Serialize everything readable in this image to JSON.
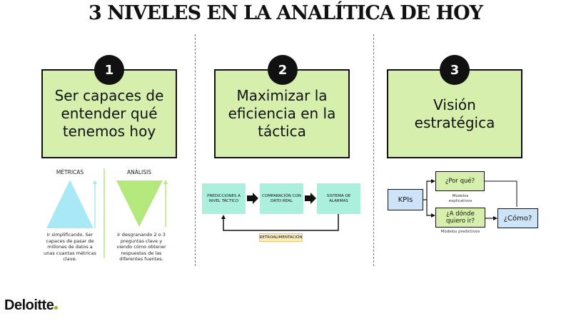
{
  "title": "3 NIVELES EN LA ANALÍTICA DE HOY",
  "levels": [
    {
      "number": "1",
      "text": "Ser capaces de entender qué tenemos hoy"
    },
    {
      "number": "2",
      "text": "Maximizar la eficiencia en la táctica"
    },
    {
      "number": "3",
      "text": "Visión estratégica"
    }
  ],
  "col1": {
    "metrics_label": "MÉTRICAS",
    "analysis_label": "ANÁLISIS",
    "metrics_desc": "Ir simplificando. Ser capaces de pasar de millones de datos a unas cuantas métricas clave.",
    "analysis_desc": "Ir desgranando 2 o 3 preguntas clave y viendo cómo obtener respuestas de las diferentes fuentes.",
    "colors": {
      "triangle_up": "#a9e9f5",
      "triangle_down": "#b4e87c"
    }
  },
  "col2": {
    "steps": [
      "PREDICCIONES A NIVEL TÁCTICO",
      "COMPARACIÓN CON DATO REAL",
      "SISTEMA DE ALARMAS"
    ],
    "feedback": "RETROALIMENTACIÓN",
    "colors": {
      "step": "#aaf0dc",
      "feedback": "#fbefc0"
    }
  },
  "col3": {
    "kpis": "KPIs",
    "why": "¿Por qué?",
    "why_caption": "Modelos explicativos",
    "where": "¿A dónde quiero ir?",
    "where_caption": "Modelos predictivos",
    "how": "¿Cómo?"
  },
  "logo": "Deloitte"
}
